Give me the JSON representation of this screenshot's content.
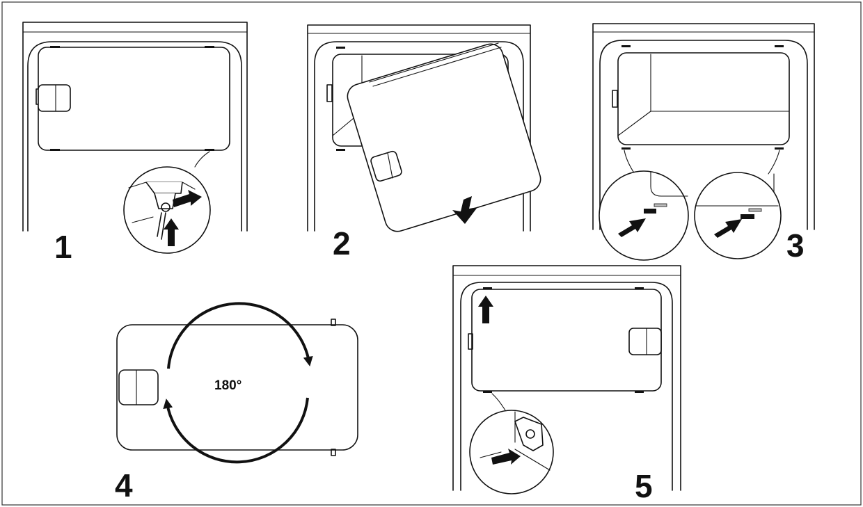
{
  "steps": [
    {
      "number": "1"
    },
    {
      "number": "2"
    },
    {
      "number": "3"
    },
    {
      "number": "4"
    },
    {
      "number": "5"
    }
  ],
  "rotation": {
    "label": "180°"
  }
}
